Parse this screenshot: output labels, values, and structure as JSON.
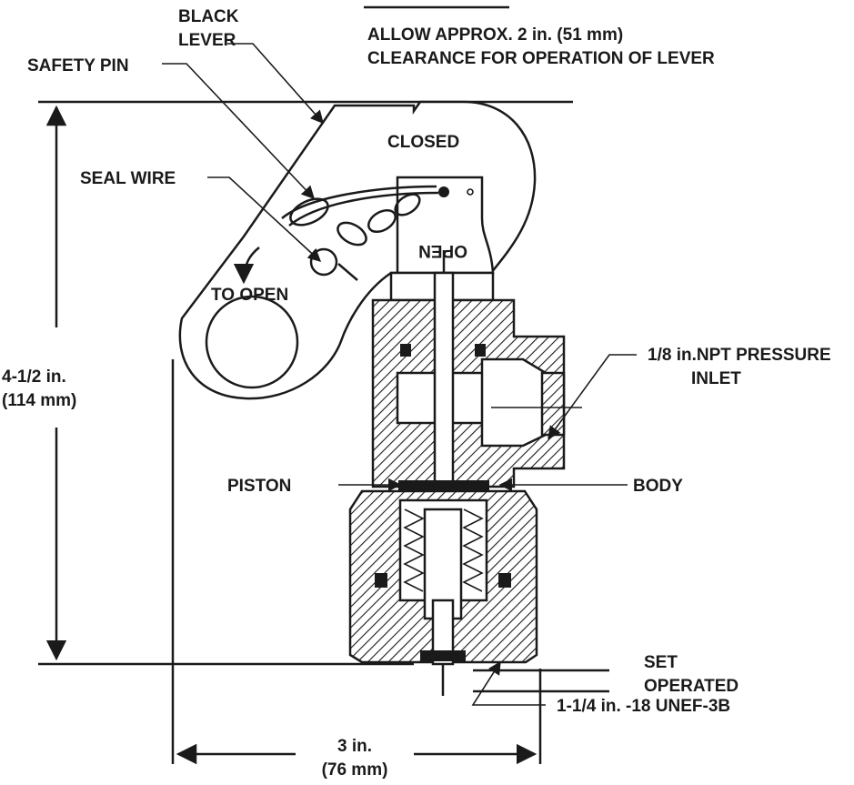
{
  "labels": {
    "black_lever": [
      "BLACK",
      "LEVER"
    ],
    "safety_pin": "SAFETY PIN",
    "clearance": [
      "ALLOW APPROX. 2 in. (51 mm)",
      "CLEARANCE FOR OPERATION OF LEVER"
    ],
    "closed": "CLOSED",
    "seal_wire": "SEAL WIRE",
    "open_mark": "OPEN",
    "to_open": "TO OPEN",
    "height": [
      "4-1/2 in.",
      "(114 mm)"
    ],
    "pressure_inlet": [
      "1/8 in.NPT PRESSURE",
      "INLET"
    ],
    "piston": "PISTON",
    "body": "BODY",
    "set": "SET",
    "operated": "OPERATED",
    "thread": "1-1/4 in. -18 UNEF-3B",
    "width": [
      "3 in.",
      "(76 mm)"
    ]
  }
}
